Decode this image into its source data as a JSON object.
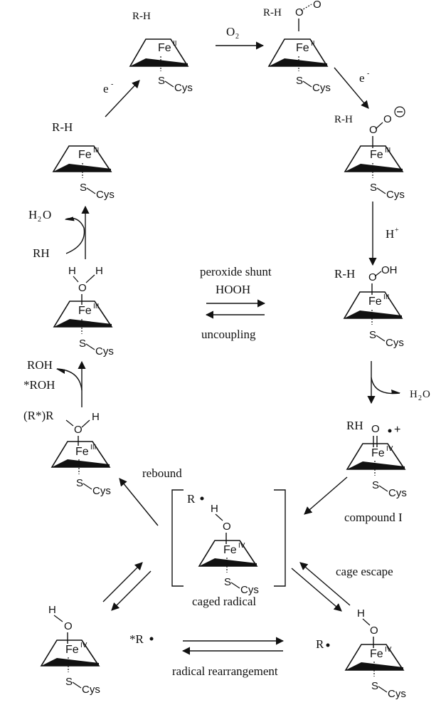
{
  "labels": {
    "o2": "O",
    "o2_sub": "2",
    "e1": "e",
    "e2": "e",
    "e_sup": "-",
    "hplus": "H",
    "hplus_sup": "+",
    "h2o_top": "H",
    "h2o_top_sub": "2",
    "h2o_top_o": "O",
    "rh_left": "RH",
    "h2o_right": "H",
    "h2o_right_sub": "2",
    "h2o_right_o": "O",
    "peroxide_shunt": "peroxide shunt",
    "hooh": "HOOH",
    "uncoupling": "uncoupling",
    "roh": "ROH",
    "star_roh": "*ROH",
    "rebound": "rebound",
    "caged_radical": "caged radical",
    "cage_escape": "cage escape",
    "compound_i": "compound I",
    "radical_rearrangement": "radical rearrangement",
    "star_r": "*R",
    "r_dot": "R",
    "r_dot_caged": "R",
    "rh_compound_i": "RH",
    "r_star_r": "(R*)R"
  },
  "species": {
    "s1": {
      "substrate": "R-H",
      "metal": "Fe",
      "ox": "II",
      "axial": "S",
      "cys": "Cys"
    },
    "s2": {
      "substrate": "R-H",
      "ligand": "O",
      "metal": "Fe",
      "ox": "II",
      "axial": "S",
      "cys": "Cys"
    },
    "s3": {
      "substrate": "R-H",
      "ligand": "O",
      "metal": "Fe",
      "ox": "III",
      "axial": "S",
      "cys": "Cys"
    },
    "s4": {
      "substrate": "R-H",
      "ligand": "O",
      "ligand2": "OH",
      "metal": "Fe",
      "ox": "III",
      "axial": "S",
      "cys": "Cys"
    },
    "s5": {
      "ligand": "O",
      "metal": "Fe",
      "ox": "IV",
      "radical": "+",
      "axial": "S",
      "cys": "Cys"
    },
    "s6": {
      "ligand": "O",
      "h": "H",
      "metal": "Fe",
      "ox": "IV",
      "axial": "S",
      "cys": "Cys"
    },
    "s7": {
      "ligand": "O",
      "h": "H",
      "metal": "Fe",
      "ox": "IV",
      "axial": "S",
      "cys": "Cys"
    },
    "s8": {
      "ligand": "O",
      "h": "H",
      "metal": "Fe",
      "ox": "IV",
      "axial": "S",
      "cys": "Cys"
    },
    "s9": {
      "ligand": "O",
      "h": "H",
      "metal": "Fe",
      "ox": "III",
      "axial": "S",
      "cys": "Cys"
    },
    "s10": {
      "ligand": "O",
      "h1": "H",
      "h2": "H",
      "metal": "Fe",
      "ox": "III",
      "axial": "S",
      "cys": "Cys"
    },
    "s11": {
      "substrate": "R-H",
      "metal": "Fe",
      "ox": "III",
      "axial": "S",
      "cys": "Cys"
    }
  },
  "colors": {
    "ink": "#111111",
    "background": "#ffffff"
  }
}
